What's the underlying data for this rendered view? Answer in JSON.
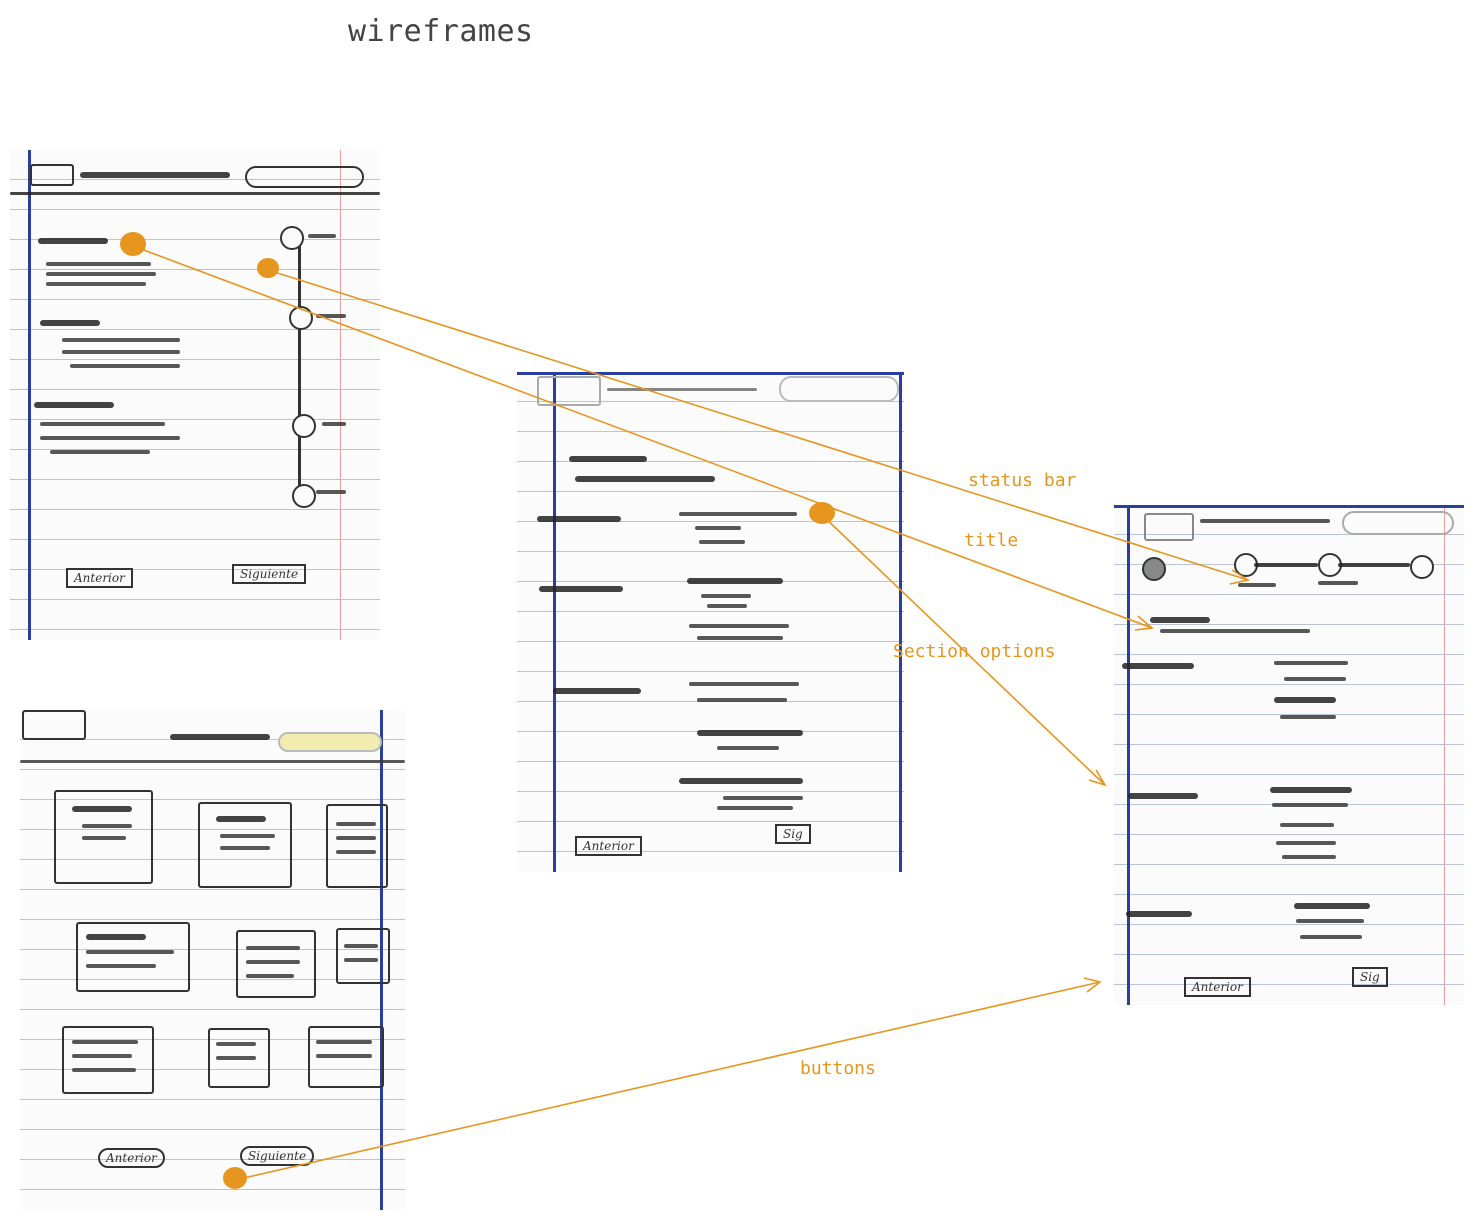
{
  "page": {
    "title": "wireframes"
  },
  "annotations": {
    "status_bar": "status bar",
    "title": "title",
    "section_options": "Section options",
    "buttons": "buttons"
  },
  "sketches": {
    "s1": {
      "back": "Anterior",
      "next": "Siguiente"
    },
    "s2": {
      "back": "Anterior",
      "next": "Siguiente"
    },
    "s3": {
      "back": "Anterior",
      "next": "Sig"
    },
    "s4": {
      "back": "Anterior",
      "next": "Sig"
    }
  },
  "colors": {
    "annotation": "#e6961e",
    "margin": "#2a3f9b",
    "ink": "#333333"
  }
}
